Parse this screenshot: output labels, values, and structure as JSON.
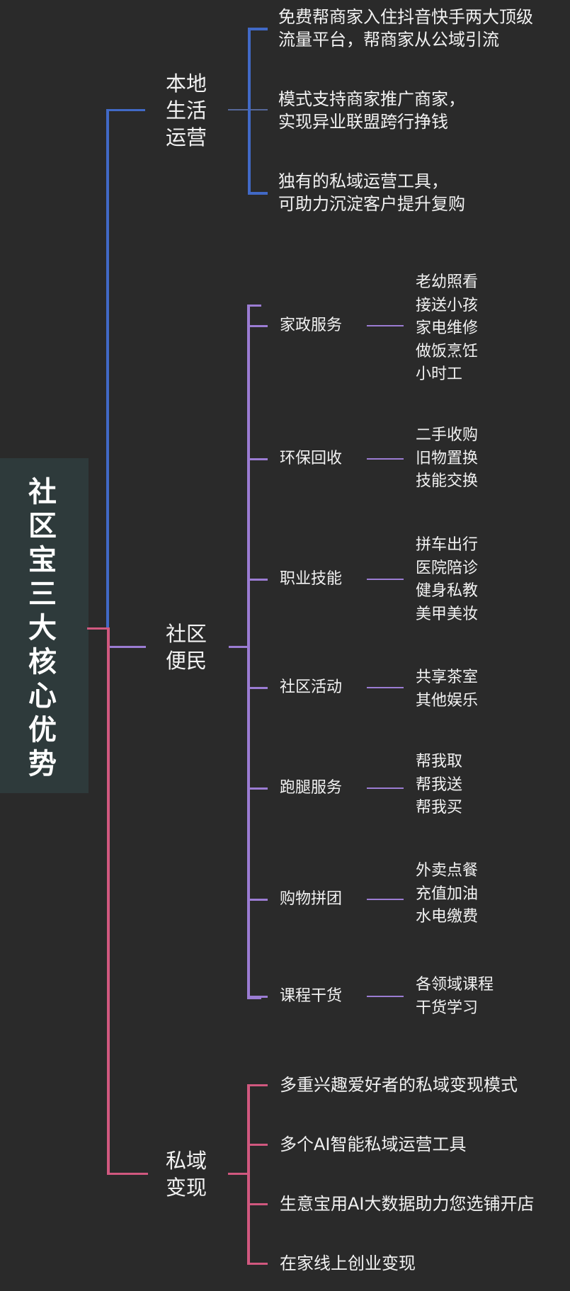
{
  "title": [
    "社",
    "区",
    "宝",
    "三",
    "大",
    "核",
    "心",
    "优",
    "势"
  ],
  "colors": {
    "background": "#2a2a2a",
    "blue": "#4169c6",
    "purple": "#9b7cd3",
    "red": "#d1587f",
    "title_box": "#2e3a3b"
  },
  "branches": [
    {
      "label_lines": [
        "本地",
        "生活",
        "运营"
      ],
      "items": [
        [
          "免费帮商家入住抖音快手两大顶级",
          "流量平台，帮商家从公域引流"
        ],
        [
          "模式支持商家推广商家，",
          "实现异业联盟跨行挣钱"
        ],
        [
          "独有的私域运营工具，",
          "可助力沉淀客户提升复购"
        ]
      ]
    },
    {
      "label_lines": [
        "社区",
        "便民"
      ],
      "categories": [
        {
          "label": "家政服务",
          "items": [
            "老幼照看",
            "接送小孩",
            "家电维修",
            "做饭烹饪",
            "小时工"
          ]
        },
        {
          "label": "环保回收",
          "items": [
            "二手收购",
            "旧物置换",
            "技能交换"
          ]
        },
        {
          "label": "职业技能",
          "items": [
            "拼车出行",
            "医院陪诊",
            "健身私教",
            "美甲美妆"
          ]
        },
        {
          "label": "社区活动",
          "items": [
            "共享茶室",
            "其他娱乐"
          ]
        },
        {
          "label": "跑腿服务",
          "items": [
            "帮我取",
            "帮我送",
            "帮我买"
          ]
        },
        {
          "label": "购物拼团",
          "items": [
            "外卖点餐",
            "充值加油",
            "水电缴费"
          ]
        },
        {
          "label": "课程干货",
          "items": [
            "各领域课程",
            "干货学习"
          ]
        }
      ]
    },
    {
      "label_lines": [
        "私域",
        "变现"
      ],
      "items": [
        "多重兴趣爱好者的私域变现模式",
        "多个AI智能私域运营工具",
        "生意宝用AI大数据助力您选铺开店",
        "在家线上创业变现"
      ]
    }
  ]
}
